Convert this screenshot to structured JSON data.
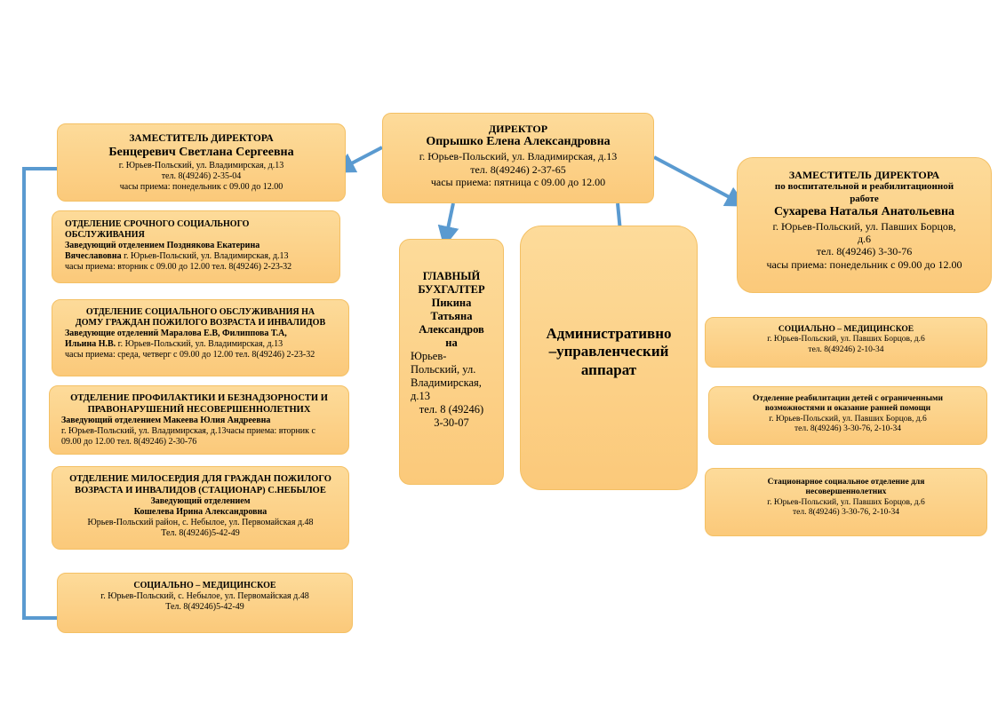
{
  "director": {
    "title": "ДИРЕКТОР",
    "name": "Опрышко Елена Александровна",
    "address": "г. Юрьев-Польский, ул. Владимирская, д.13",
    "phone": "тел. 8(49246) 2-37-65",
    "hours": "часы приема: пятница с 09.00 до 12.00"
  },
  "deputy_left": {
    "title": "ЗАМЕСТИТЕЛЬ ДИРЕКТОРА",
    "name": "Бенцеревич Светлана Сергеевна",
    "address": "г. Юрьев-Польский, ул. Владимирская, д.13",
    "phone": "тел. 8(49246) 2-35-04",
    "hours": "часы приема: понедельник с 09.00 до 12.00"
  },
  "deputy_right": {
    "title": "ЗАМЕСТИТЕЛЬ ДИРЕКТОРА",
    "subtitle_1": "по воспитательной и реабилитационной",
    "subtitle_2": "работе",
    "name": "Сухарева Наталья Анатольевна",
    "address_1": "г. Юрьев-Польский, ул. Павших Борцов,",
    "address_2": "д.6",
    "phone": "тел. 8(49246) 3-30-76",
    "hours": "часы приема: понедельник с 09.00 до 12.00"
  },
  "chief_accountant": {
    "title_1": "ГЛАВНЫЙ",
    "title_2": "БУХГАЛТЕР",
    "name_1": "Пикина",
    "name_2": "Татьяна",
    "name_3": "Александров",
    "name_4": "на",
    "address_1": "Юрьев-",
    "address_2": "Польский, ул.",
    "address_3": "Владимирская,",
    "address_4": "д.13",
    "phone_1": "тел. 8 (49246)",
    "phone_2": "3-30-07"
  },
  "admin_apparatus": {
    "line_1": "Административно",
    "line_2": "–управленческий",
    "line_3": "аппарат"
  },
  "dept_urgent": {
    "title_1": "ОТДЕЛЕНИЕ СРОЧНОГО СОЦИАЛЬНОГО",
    "title_2": "ОБСЛУЖИВАНИЯ",
    "head_label": "Заведующий отделением Позднякова Екатерина",
    "head_name": "Вячеславовна",
    "address": " г. Юрьев-Польский, ул. Владимирская, д.13",
    "hours": "часы приема: вторник с 09.00 до 12.00 тел. 8(49246) 2-23-32"
  },
  "dept_home": {
    "title_1": "ОТДЕЛЕНИЕ СОЦИАЛЬНОГО ОБСЛУЖИВАНИЯ НА",
    "title_2": "ДОМУ ГРАЖДАН ПОЖИЛОГО ВОЗРАСТА И ИНВАЛИДОВ",
    "heads_1": "Заведующие отделений Маралова Е.В, Филиппова Т.А,",
    "heads_2": "Ильина Н.В.",
    "address": " г. Юрьев-Польский, ул. Владимирская, д.13",
    "hours": "часы приема: среда, четверг с 09.00 до 12.00 тел. 8(49246) 2-23-32"
  },
  "dept_prevention": {
    "title_1": "ОТДЕЛЕНИЕ ПРОФИЛАКТИКИ И БЕЗНАДЗОРНОСТИ И",
    "title_2": "ПРАВОНАРУШЕНИЙ НЕСОВЕРШЕННОЛЕТНИХ",
    "head": "Заведующий отделением Макеева Юлия Андреевна",
    "info_1": "г. Юрьев-Польский, ул. Владимирская, д.13часы приема: вторник с",
    "info_2": "09.00 до 12.00 тел. 8(49246) 2-30-76"
  },
  "dept_mercy": {
    "title_1": "ОТДЕЛЕНИЕ МИЛОСЕРДИЯ ДЛЯ ГРАЖДАН ПОЖИЛОГО",
    "title_2": "ВОЗРАСТА И ИНВАЛИДОВ (СТАЦИОНАР) С.НЕБЫЛОЕ",
    "head_label": "Заведующий отделением",
    "head_name": "Кошелева Ирина Александровна",
    "address": "Юрьев-Польский район, с. Небылое, ул. Первомайская д.48",
    "phone": "Тел. 8(49246)5-42-49"
  },
  "dept_medical_left": {
    "title": "СОЦИАЛЬНО – МЕДИЦИНСКОЕ",
    "address": "г. Юрьев-Польский, с. Небылое, ул. Первомайская д.48",
    "phone": "Тел. 8(49246)5-42-49"
  },
  "dept_medical_right": {
    "title": "СОЦИАЛЬНО – МЕДИЦИНСКОЕ",
    "address": "г. Юрьев-Польский, ул. Павших Борцов, д.6",
    "phone": "тел. 8(49246) 2-10-34"
  },
  "dept_rehab": {
    "title_1": "Отделение реабилитации детей с ограниченными",
    "title_2": "возможностями и оказание ранней помощи",
    "address": "г. Юрьев-Польский, ул. Павших Борцов, д.6",
    "phone": "тел. 8(49246) 3-30-76, 2-10-34"
  },
  "dept_stationary": {
    "title_1": "Стационарное социальное отделение для",
    "title_2": "несовершеннолетних",
    "address": "г. Юрьев-Польский, ул. Павших Борцов, д.6",
    "phone": "тел. 8(49246) 3-30-76, 2-10-34"
  },
  "colors": {
    "box_fill": "#fcd28c",
    "box_border": "#f4c064",
    "connector": "#5a9ad0"
  }
}
